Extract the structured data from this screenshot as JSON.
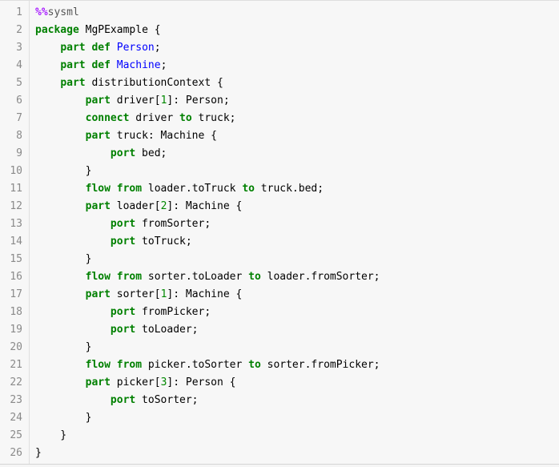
{
  "editor": {
    "kind": "jupyter-code-cell",
    "language": "sysml",
    "colors": {
      "background": "#f7f7f7",
      "page_background": "#f5f5f5",
      "gutter_border": "#e0e0e0",
      "line_number": "#8a8a8a",
      "keyword": "#008000",
      "definition": "#0000ff",
      "number": "#008800",
      "magic_operator": "#aa22ff",
      "magic_name": "#555555",
      "text": "#000000"
    },
    "lines": [
      {
        "number": "1",
        "tokens": [
          {
            "text": "%%",
            "style": "magic"
          },
          {
            "text": "sysml",
            "style": "meta"
          }
        ]
      },
      {
        "number": "2",
        "tokens": [
          {
            "text": "package",
            "style": "kw"
          },
          {
            "text": " MgPExample {",
            "style": "plain"
          }
        ]
      },
      {
        "number": "3",
        "tokens": [
          {
            "text": "    ",
            "style": "plain"
          },
          {
            "text": "part",
            "style": "kw"
          },
          {
            "text": " ",
            "style": "plain"
          },
          {
            "text": "def",
            "style": "kw"
          },
          {
            "text": " ",
            "style": "plain"
          },
          {
            "text": "Person",
            "style": "def"
          },
          {
            "text": ";",
            "style": "plain"
          }
        ]
      },
      {
        "number": "4",
        "tokens": [
          {
            "text": "    ",
            "style": "plain"
          },
          {
            "text": "part",
            "style": "kw"
          },
          {
            "text": " ",
            "style": "plain"
          },
          {
            "text": "def",
            "style": "kw"
          },
          {
            "text": " ",
            "style": "plain"
          },
          {
            "text": "Machine",
            "style": "def"
          },
          {
            "text": ";",
            "style": "plain"
          }
        ]
      },
      {
        "number": "5",
        "tokens": [
          {
            "text": "    ",
            "style": "plain"
          },
          {
            "text": "part",
            "style": "kw"
          },
          {
            "text": " distributionContext {",
            "style": "plain"
          }
        ]
      },
      {
        "number": "6",
        "tokens": [
          {
            "text": "        ",
            "style": "plain"
          },
          {
            "text": "part",
            "style": "kw"
          },
          {
            "text": " driver[",
            "style": "plain"
          },
          {
            "text": "1",
            "style": "num"
          },
          {
            "text": "]: Person;",
            "style": "plain"
          }
        ]
      },
      {
        "number": "7",
        "tokens": [
          {
            "text": "        ",
            "style": "plain"
          },
          {
            "text": "connect",
            "style": "kw"
          },
          {
            "text": " driver ",
            "style": "plain"
          },
          {
            "text": "to",
            "style": "kw"
          },
          {
            "text": " truck;",
            "style": "plain"
          }
        ]
      },
      {
        "number": "8",
        "tokens": [
          {
            "text": "        ",
            "style": "plain"
          },
          {
            "text": "part",
            "style": "kw"
          },
          {
            "text": " truck: Machine {",
            "style": "plain"
          }
        ]
      },
      {
        "number": "9",
        "tokens": [
          {
            "text": "            ",
            "style": "plain"
          },
          {
            "text": "port",
            "style": "kw"
          },
          {
            "text": " bed;",
            "style": "plain"
          }
        ]
      },
      {
        "number": "10",
        "tokens": [
          {
            "text": "        }",
            "style": "plain"
          }
        ]
      },
      {
        "number": "11",
        "tokens": [
          {
            "text": "        ",
            "style": "plain"
          },
          {
            "text": "flow",
            "style": "kw"
          },
          {
            "text": " ",
            "style": "plain"
          },
          {
            "text": "from",
            "style": "kw"
          },
          {
            "text": " loader.toTruck ",
            "style": "plain"
          },
          {
            "text": "to",
            "style": "kw"
          },
          {
            "text": " truck.bed;",
            "style": "plain"
          }
        ]
      },
      {
        "number": "12",
        "tokens": [
          {
            "text": "        ",
            "style": "plain"
          },
          {
            "text": "part",
            "style": "kw"
          },
          {
            "text": " loader[",
            "style": "plain"
          },
          {
            "text": "2",
            "style": "num"
          },
          {
            "text": "]: Machine {",
            "style": "plain"
          }
        ]
      },
      {
        "number": "13",
        "tokens": [
          {
            "text": "            ",
            "style": "plain"
          },
          {
            "text": "port",
            "style": "kw"
          },
          {
            "text": " fromSorter;",
            "style": "plain"
          }
        ]
      },
      {
        "number": "14",
        "tokens": [
          {
            "text": "            ",
            "style": "plain"
          },
          {
            "text": "port",
            "style": "kw"
          },
          {
            "text": " toTruck;",
            "style": "plain"
          }
        ]
      },
      {
        "number": "15",
        "tokens": [
          {
            "text": "        }",
            "style": "plain"
          }
        ]
      },
      {
        "number": "16",
        "tokens": [
          {
            "text": "        ",
            "style": "plain"
          },
          {
            "text": "flow",
            "style": "kw"
          },
          {
            "text": " ",
            "style": "plain"
          },
          {
            "text": "from",
            "style": "kw"
          },
          {
            "text": " sorter.toLoader ",
            "style": "plain"
          },
          {
            "text": "to",
            "style": "kw"
          },
          {
            "text": " loader.fromSorter;",
            "style": "plain"
          }
        ]
      },
      {
        "number": "17",
        "tokens": [
          {
            "text": "        ",
            "style": "plain"
          },
          {
            "text": "part",
            "style": "kw"
          },
          {
            "text": " sorter[",
            "style": "plain"
          },
          {
            "text": "1",
            "style": "num"
          },
          {
            "text": "]: Machine {",
            "style": "plain"
          }
        ]
      },
      {
        "number": "18",
        "tokens": [
          {
            "text": "            ",
            "style": "plain"
          },
          {
            "text": "port",
            "style": "kw"
          },
          {
            "text": " fromPicker;",
            "style": "plain"
          }
        ]
      },
      {
        "number": "19",
        "tokens": [
          {
            "text": "            ",
            "style": "plain"
          },
          {
            "text": "port",
            "style": "kw"
          },
          {
            "text": " toLoader;",
            "style": "plain"
          }
        ]
      },
      {
        "number": "20",
        "tokens": [
          {
            "text": "        }",
            "style": "plain"
          }
        ]
      },
      {
        "number": "21",
        "tokens": [
          {
            "text": "        ",
            "style": "plain"
          },
          {
            "text": "flow",
            "style": "kw"
          },
          {
            "text": " ",
            "style": "plain"
          },
          {
            "text": "from",
            "style": "kw"
          },
          {
            "text": " picker.toSorter ",
            "style": "plain"
          },
          {
            "text": "to",
            "style": "kw"
          },
          {
            "text": " sorter.fromPicker;",
            "style": "plain"
          }
        ]
      },
      {
        "number": "22",
        "tokens": [
          {
            "text": "        ",
            "style": "plain"
          },
          {
            "text": "part",
            "style": "kw"
          },
          {
            "text": " picker[",
            "style": "plain"
          },
          {
            "text": "3",
            "style": "num"
          },
          {
            "text": "]: Person {",
            "style": "plain"
          }
        ]
      },
      {
        "number": "23",
        "tokens": [
          {
            "text": "            ",
            "style": "plain"
          },
          {
            "text": "port",
            "style": "kw"
          },
          {
            "text": " toSorter;",
            "style": "plain"
          }
        ]
      },
      {
        "number": "24",
        "tokens": [
          {
            "text": "        }",
            "style": "plain"
          }
        ]
      },
      {
        "number": "25",
        "tokens": [
          {
            "text": "    }",
            "style": "plain"
          }
        ]
      },
      {
        "number": "26",
        "tokens": [
          {
            "text": "}",
            "style": "plain"
          }
        ]
      }
    ]
  }
}
